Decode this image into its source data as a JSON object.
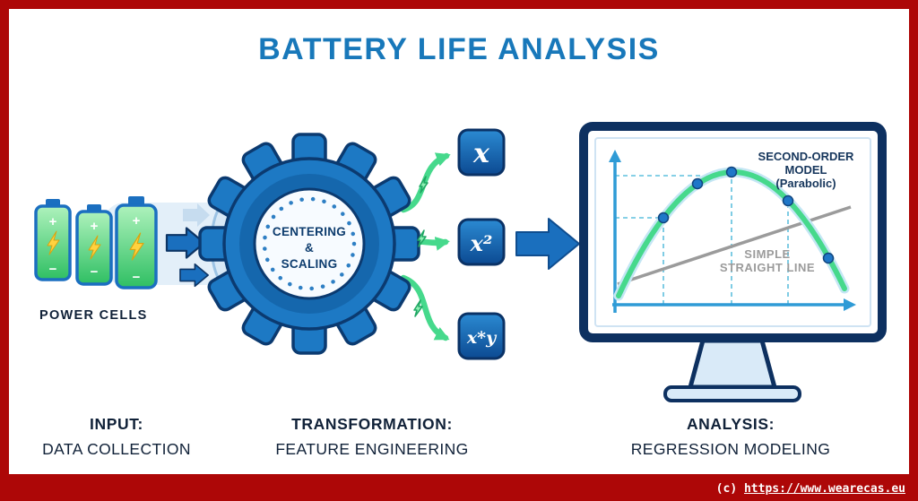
{
  "title": "BATTERY LIFE ANALYSIS",
  "input_stage": {
    "label": "POWER CELLS",
    "battery_plus": "+",
    "battery_minus": "−",
    "caption_title": "INPUT:",
    "caption_subtitle": "DATA COLLECTION"
  },
  "transform_stage": {
    "gear_lines": [
      "CENTERING",
      "&",
      "SCALING"
    ],
    "features": [
      "x",
      "x²",
      "x*y"
    ],
    "caption_title": "TRANSFORMATION:",
    "caption_subtitle": "FEATURE ENGINEERING"
  },
  "analysis_stage": {
    "model_label_lines": [
      "SECOND-ORDER",
      "MODEL",
      "(Parabolic)"
    ],
    "baseline_label_lines": [
      "SIMPLE",
      "STRAIGHT LINE"
    ],
    "caption_title": "ANALYSIS:",
    "caption_subtitle": "REGRESSION MODELING"
  },
  "footer": {
    "copyright_prefix": "(c) ",
    "copyright_url": "https://www.wearecas.eu"
  },
  "colors": {
    "frame_red": "#ad0707",
    "title_blue": "#1878ba",
    "gear_blue": "#1d79c4",
    "navy": "#0d3060",
    "connector_green": "#46d98c",
    "battery_green": "#2fbf63",
    "baseline_gray": "#9b9b9b",
    "axis_blue": "#2f9bd6",
    "bolt_yellow": "#ffd23f",
    "dot_blue": "#1f77c8"
  }
}
